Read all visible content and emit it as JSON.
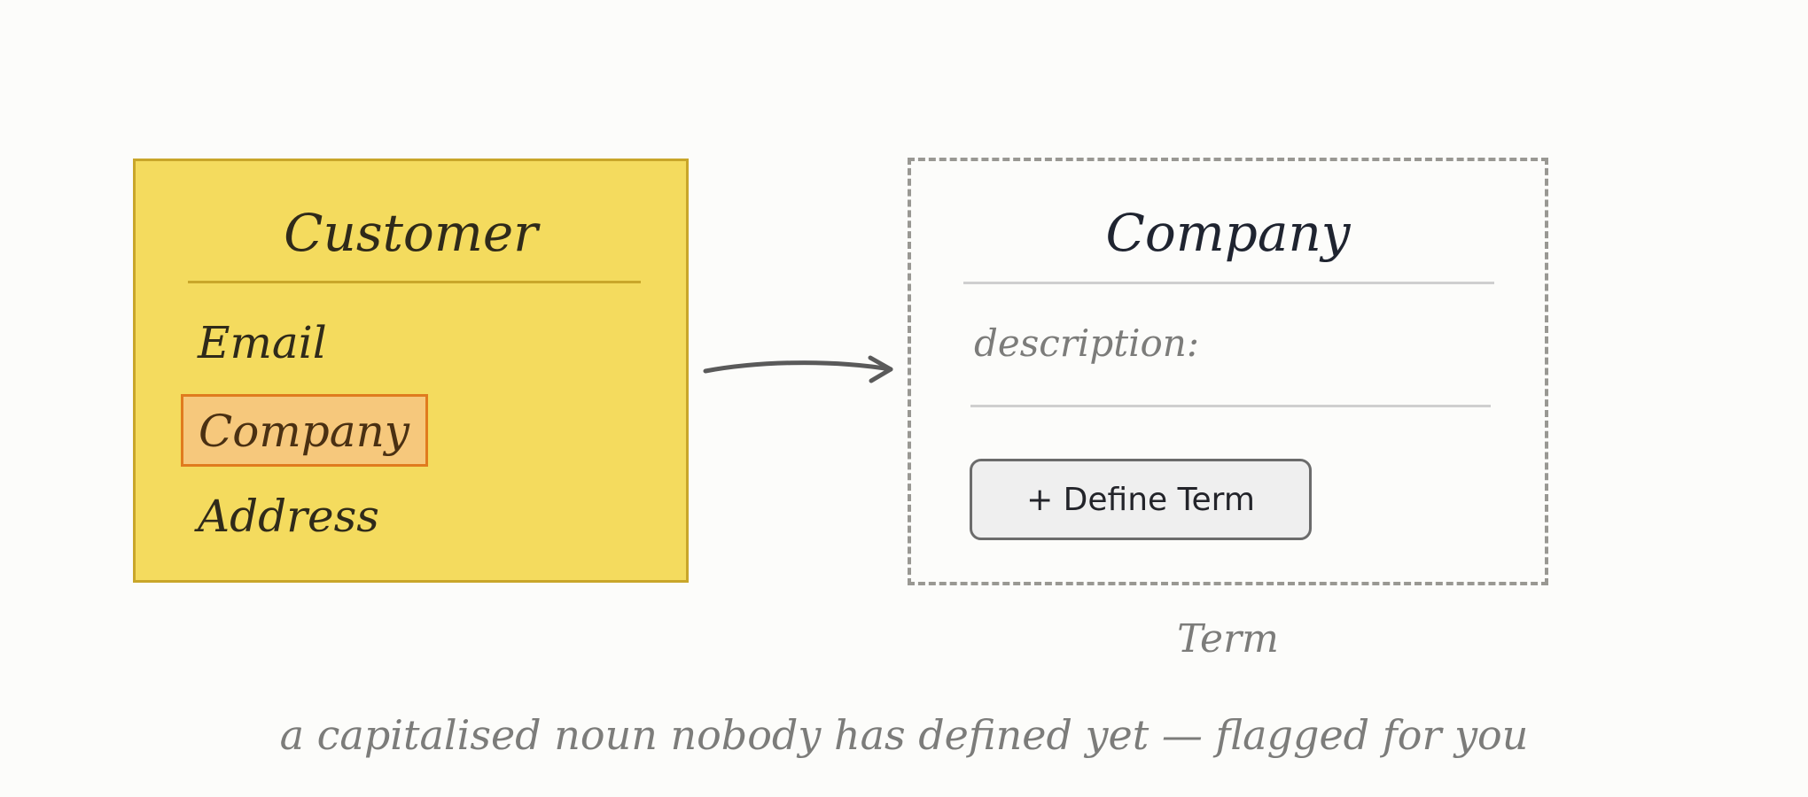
{
  "customer": {
    "title": "Customer",
    "fields": [
      "Email",
      "Company",
      "Address"
    ],
    "highlighted_field": "Company"
  },
  "term": {
    "title": "Company",
    "description_label": "description:",
    "define_button_label": "+ Define Term",
    "caption": "Term"
  },
  "footer": {
    "caption": "a capitalised noun nobody has defined yet — flagged for you"
  },
  "colors": {
    "customer_fill": "#f4db5e",
    "customer_border": "#c9a62a",
    "highlight_fill": "#f6c87c",
    "highlight_border": "#e07b1e",
    "dashed_border": "#999893",
    "arrow": "#5a5a5a"
  }
}
